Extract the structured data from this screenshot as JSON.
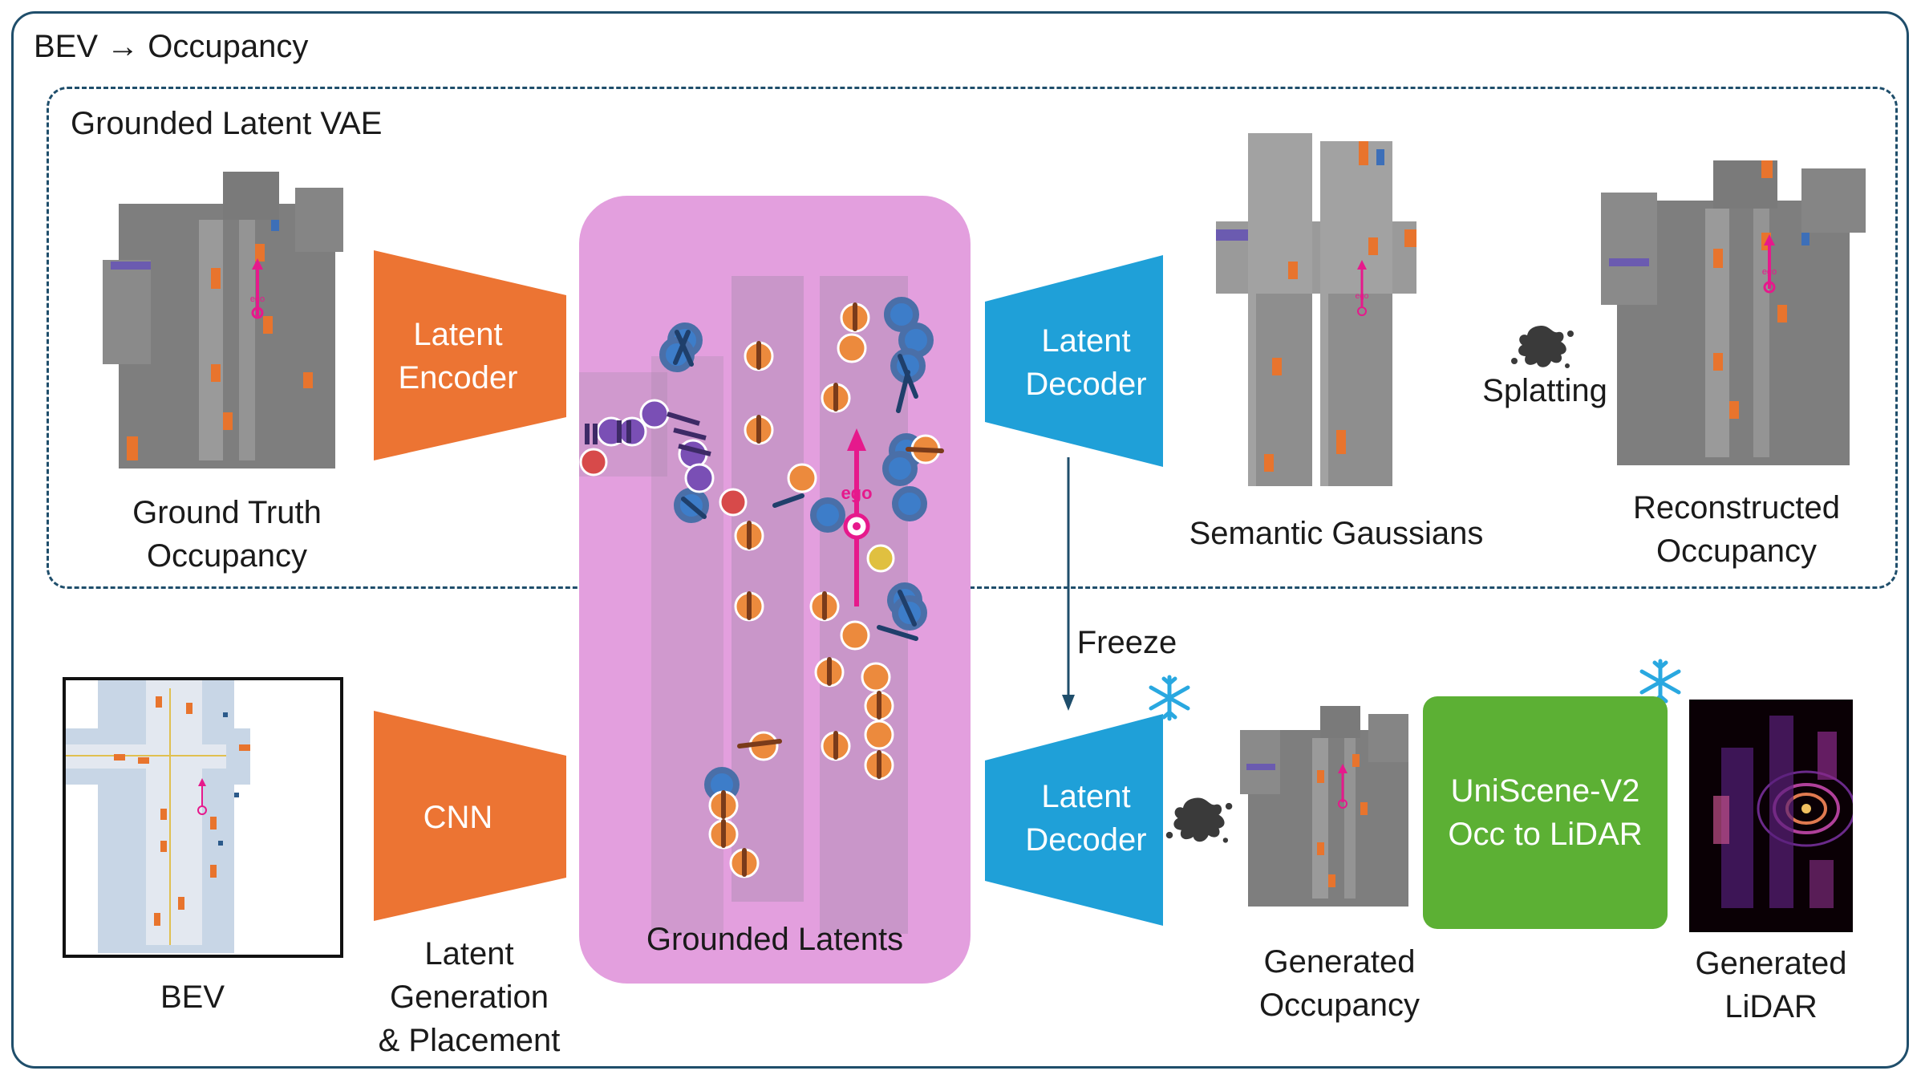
{
  "titles": {
    "outer": "BEV → Occupancy",
    "vae": "Grounded Latent VAE"
  },
  "labels": {
    "ground_truth_line1": "Ground Truth",
    "ground_truth_line2": "Occupancy",
    "latent_encoder_line1": "Latent",
    "latent_encoder_line2": "Encoder",
    "latent_decoder_top_line1": "Latent",
    "latent_decoder_top_line2": "Decoder",
    "semantic_gaussians": "Semantic Gaussians",
    "splatting": "Splatting",
    "reconstructed_line1": "Reconstructed",
    "reconstructed_line2": "Occupancy",
    "freeze": "Freeze",
    "bev": "BEV",
    "cnn": "CNN",
    "latent_gen_line1": "Latent",
    "latent_gen_line2": "Generation",
    "latent_gen_line3": "& Placement",
    "grounded_latents": "Grounded Latents",
    "latent_decoder_bottom_line1": "Latent",
    "latent_decoder_bottom_line2": "Decoder",
    "generated_occ_line1": "Generated",
    "generated_occ_line2": "Occupancy",
    "unisciene_line1": "UniScene-V2",
    "unisciene_line2": "Occ to LiDAR",
    "generated_lidar_line1": "Generated",
    "generated_lidar_line2": "LiDAR",
    "ego": "ego"
  },
  "colors": {
    "frame": "#1f4e6b",
    "encoder": "#ec7433",
    "decoder": "#1fa0d8",
    "latent_panel": "#e39fde",
    "green_box": "#5cb034",
    "ego": "#e6198c",
    "occupancy_gray": "#7e7e7e",
    "car_orange": "#e8742d"
  },
  "icons": [
    "splat-icon",
    "snowflake-icon"
  ]
}
